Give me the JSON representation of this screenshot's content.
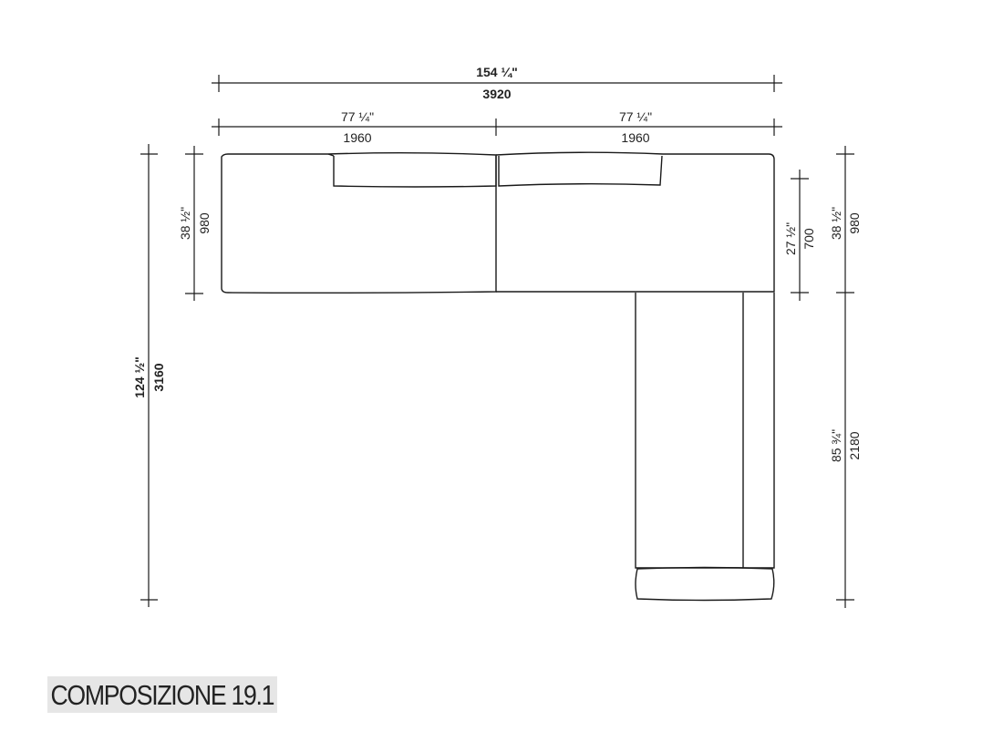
{
  "caption": "COMPOSIZIONE 19.1",
  "dimensions": {
    "overall_width": {
      "imperial": "154 ¼\"",
      "metric": "3920"
    },
    "left_module_width": {
      "imperial": "77 ¼\"",
      "metric": "1960"
    },
    "right_module_width": {
      "imperial": "77 ¼\"",
      "metric": "1960"
    },
    "overall_depth": {
      "imperial": "124 ½\"",
      "metric": "3160"
    },
    "left_module_depth": {
      "imperial": "38 ½\"",
      "metric": "980"
    },
    "right_backrest_depth": {
      "imperial": "27 ½\"",
      "metric": "700"
    },
    "right_module_depth": {
      "imperial": "38 ½\"",
      "metric": "980"
    },
    "chaise_length": {
      "imperial": "85 ¾\"",
      "metric": "2180"
    }
  },
  "colors": {
    "line": "#1a1a1a",
    "caption_bg": "#e6e6e6"
  }
}
